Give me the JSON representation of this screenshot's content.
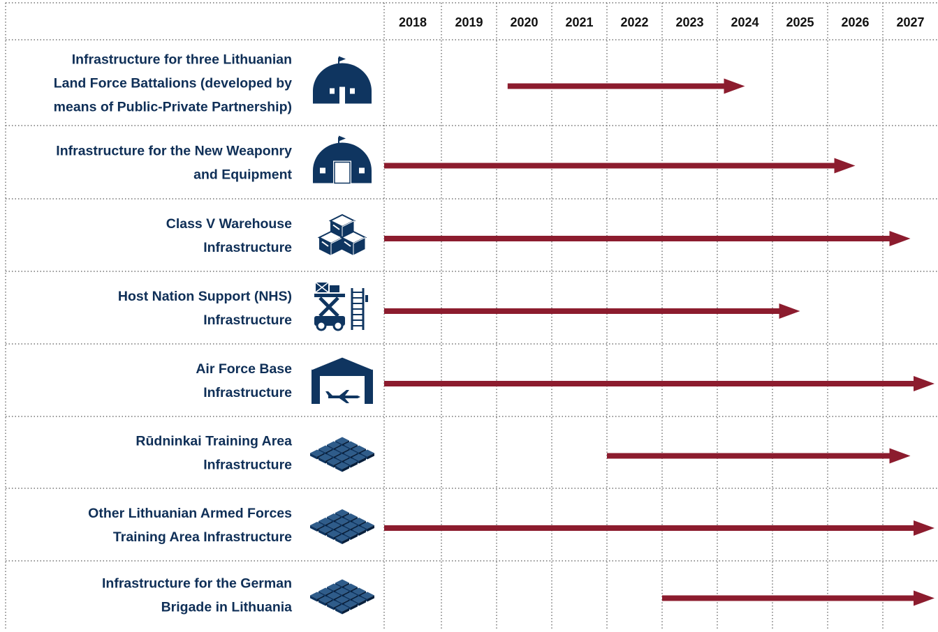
{
  "chart_data": {
    "type": "bar",
    "subtype": "timeline-gantt",
    "title": "",
    "xlabel": "",
    "ylabel": "",
    "years": [
      "2018",
      "2019",
      "2020",
      "2021",
      "2022",
      "2023",
      "2024",
      "2025",
      "2026",
      "2027"
    ],
    "xlim": [
      2018,
      2027.99
    ],
    "grid": true,
    "colors": {
      "arrow": "#8c1c2e",
      "icon": "#0f3560",
      "text": "#0f2f57",
      "grid": "#555555"
    },
    "rows": [
      {
        "label_lines": [
          "Infrastructure for three Lithuanian",
          "Land Force Battalions (developed by",
          "means of Public-Private Partnership)"
        ],
        "icon": "quonset-hut-icon",
        "start": 2020.2,
        "end": 2024.5
      },
      {
        "label_lines": [
          "Infrastructure for the New Weaponry",
          "and Equipment"
        ],
        "icon": "quonset-depot-icon",
        "start": 2018.0,
        "end": 2026.5
      },
      {
        "label_lines": [
          "Class V Warehouse",
          "Infrastructure"
        ],
        "icon": "stacked-crates-icon",
        "start": 2018.0,
        "end": 2027.5
      },
      {
        "label_lines": [
          "Host Nation Support (NHS)",
          "Infrastructure"
        ],
        "icon": "scissor-lift-icon",
        "start": 2018.0,
        "end": 2025.5
      },
      {
        "label_lines": [
          "Air Force Base",
          "Infrastructure"
        ],
        "icon": "aircraft-hangar-icon",
        "start": 2018.0,
        "end": 2027.99
      },
      {
        "label_lines": [
          "Rūdninkai Training Area",
          "Infrastructure"
        ],
        "icon": "training-grid-icon",
        "start": 2022.0,
        "end": 2027.5
      },
      {
        "label_lines": [
          "Other Lithuanian Armed Forces",
          "Training Area Infrastructure"
        ],
        "icon": "training-grid-icon",
        "start": 2018.0,
        "end": 2027.99
      },
      {
        "label_lines": [
          "Infrastructure for the German",
          "Brigade in Lithuania"
        ],
        "icon": "training-grid-icon",
        "start": 2023.0,
        "end": 2027.99
      }
    ]
  }
}
